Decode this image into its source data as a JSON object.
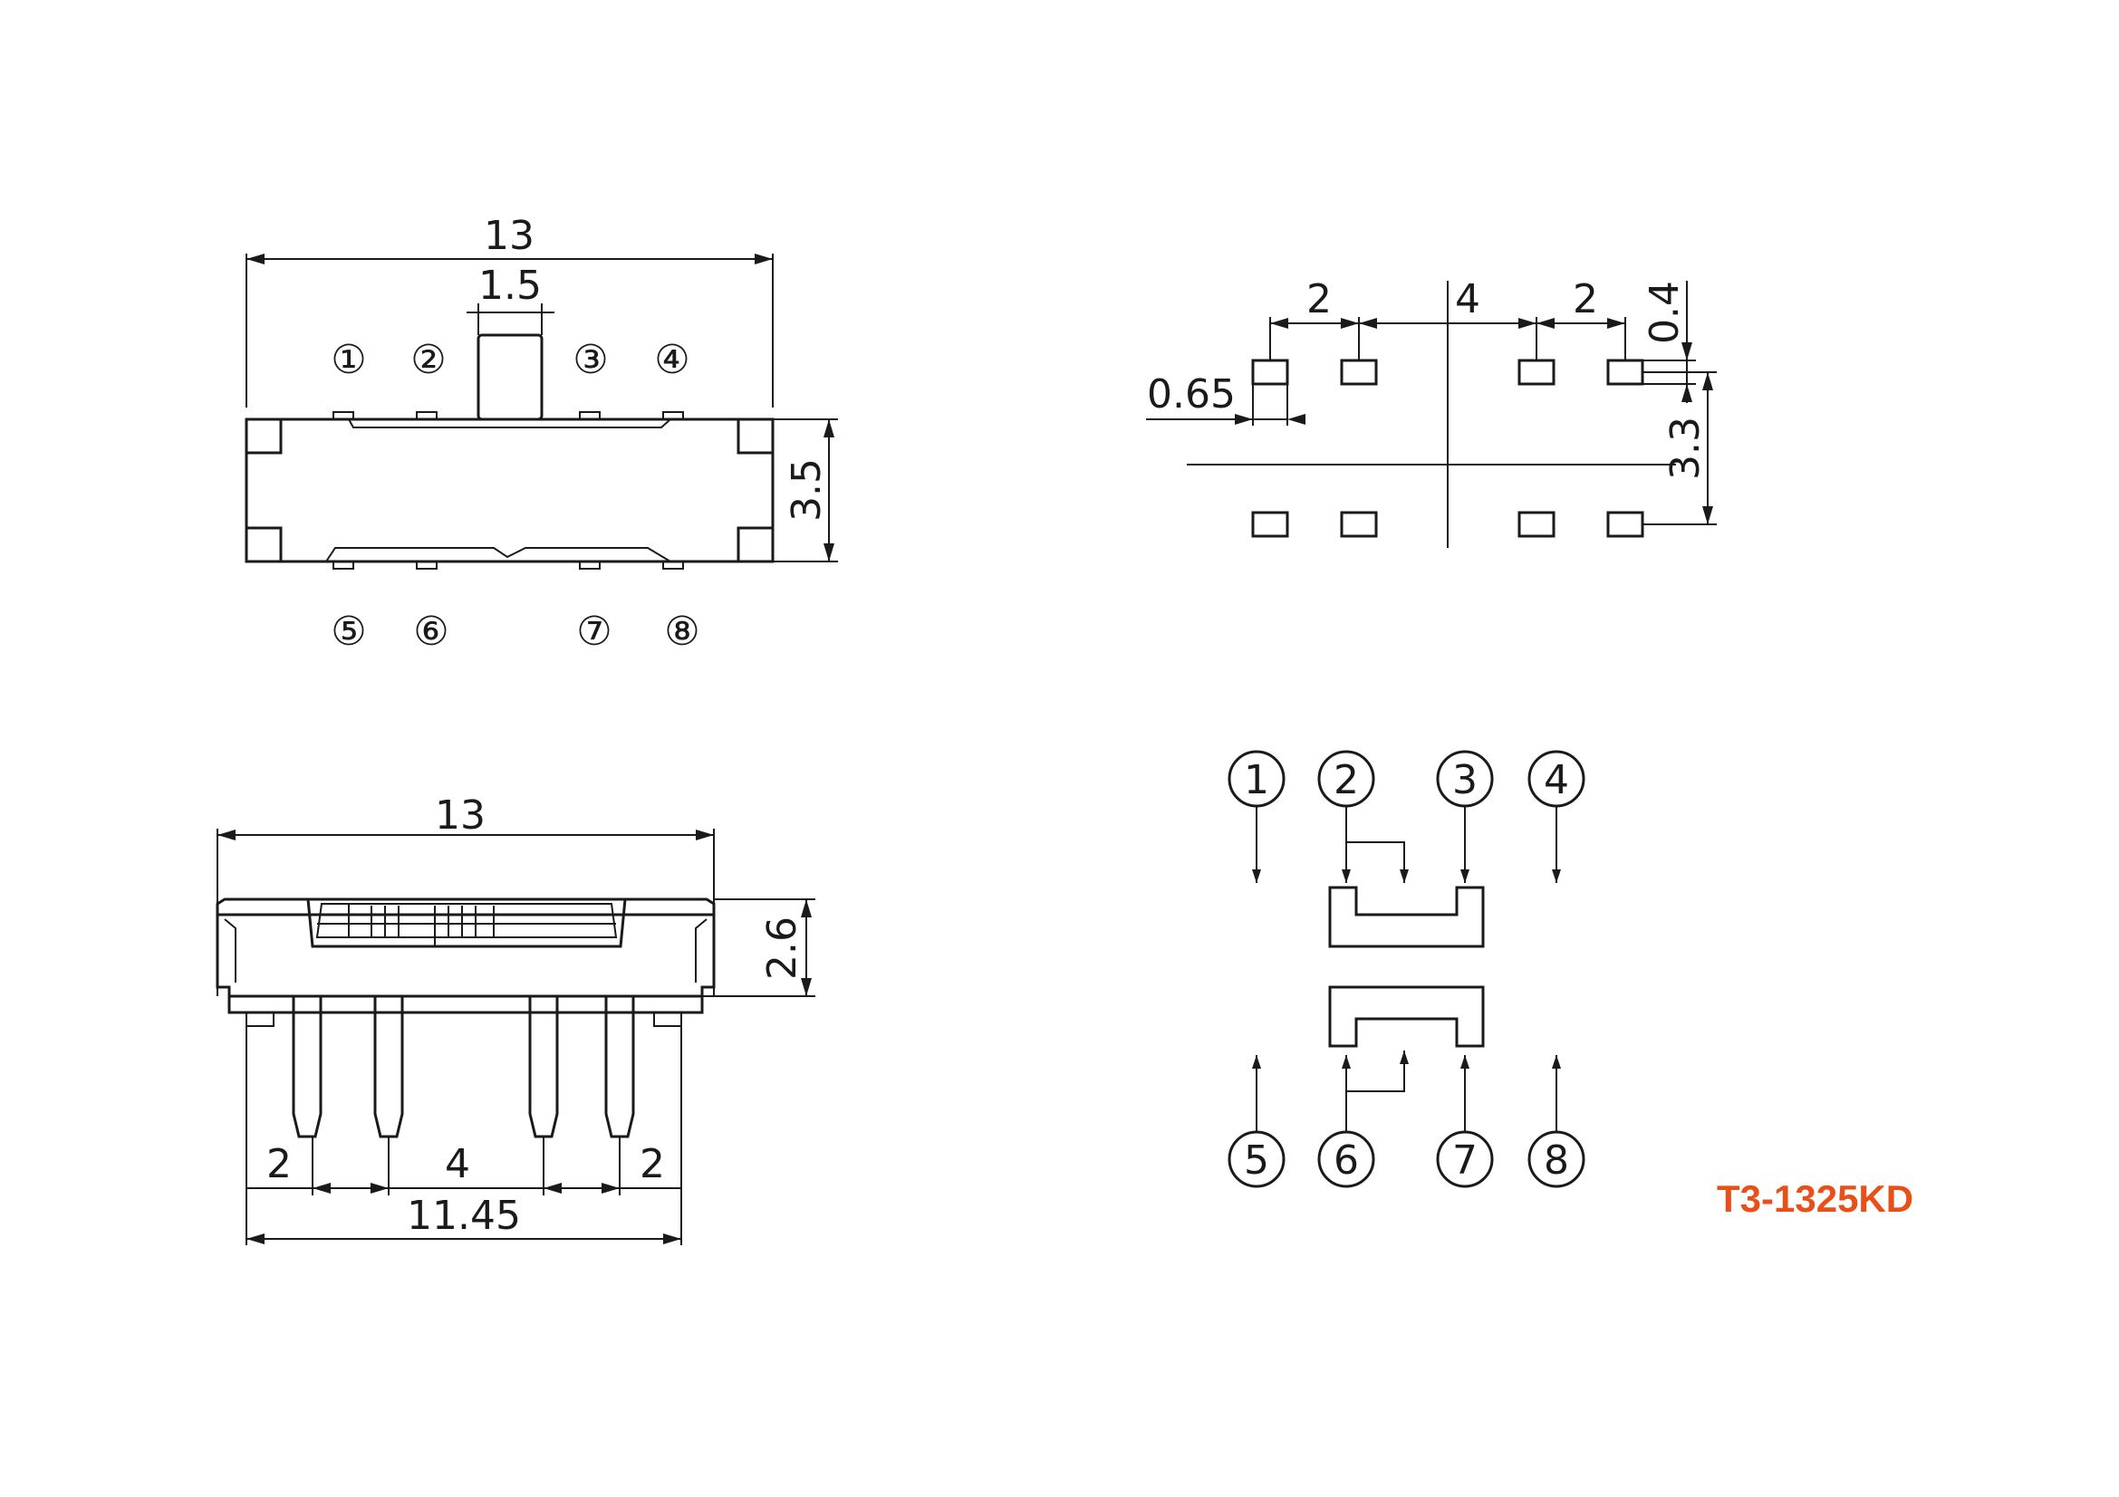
{
  "top_view": {
    "dim_overall_width": "13",
    "dim_actuator_width": "1.5",
    "dim_height": "3.5",
    "pins_top": [
      "①",
      "②",
      "③",
      "④"
    ],
    "pins_bottom": [
      "⑤",
      "⑥",
      "⑦",
      "⑧"
    ]
  },
  "side_view": {
    "dim_overall_width": "13",
    "dim_body_height": "2.6",
    "dim_edge_left": "2",
    "dim_center": "4",
    "dim_edge_right": "2",
    "dim_pin_span": "11.45"
  },
  "pcb_layout": {
    "dim_left": "2",
    "dim_center": "4",
    "dim_right": "2",
    "dim_pad_width": "0.65",
    "dim_pad_height": "0.4",
    "dim_row_spacing": "3.3"
  },
  "schematic": {
    "pins_top": [
      "1",
      "2",
      "3",
      "4"
    ],
    "pins_bottom": [
      "5",
      "6",
      "7",
      "8"
    ]
  },
  "part_number": "T3-1325KD",
  "colors": {
    "line": "#1a1a1a",
    "part_number": "#e8501a"
  }
}
